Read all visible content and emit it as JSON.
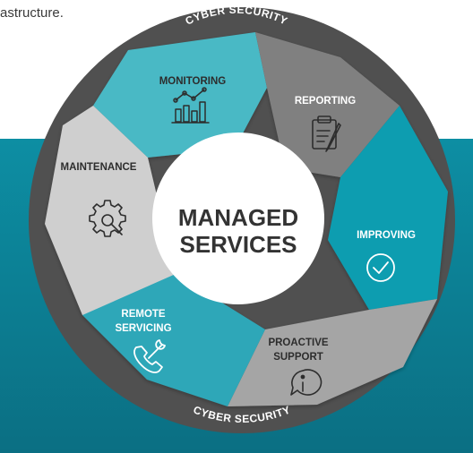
{
  "intro": {
    "text_fragment": "astructure."
  },
  "ring": {
    "top_label": "CYBER SECURITY",
    "bottom_label": "CYBER SECURITY"
  },
  "center": {
    "line1": "MANAGED",
    "line2": "SERVICES"
  },
  "segments": [
    {
      "label": "MONITORING",
      "icon": "chart-icon",
      "color": "#49b9c5"
    },
    {
      "label": "REPORTING",
      "icon": "clipboard-icon",
      "color": "#808080"
    },
    {
      "label": "IMPROVING",
      "icon": "checkmark-circle-icon",
      "color": "#0f9db0"
    },
    {
      "label_line1": "PROACTIVE",
      "label_line2": "SUPPORT",
      "icon": "info-icon",
      "color": "#a5a5a5"
    },
    {
      "label_line1": "REMOTE",
      "label_line2": "SERVICING",
      "icon": "phone-wrench-icon",
      "color": "#2fa7b8"
    },
    {
      "label": "MAINTENANCE",
      "icon": "gear-wrench-icon",
      "color": "#cfcfcf"
    }
  ],
  "colors": {
    "ring": "#505050",
    "band": "#0d8ea3",
    "center": "#ffffff"
  }
}
